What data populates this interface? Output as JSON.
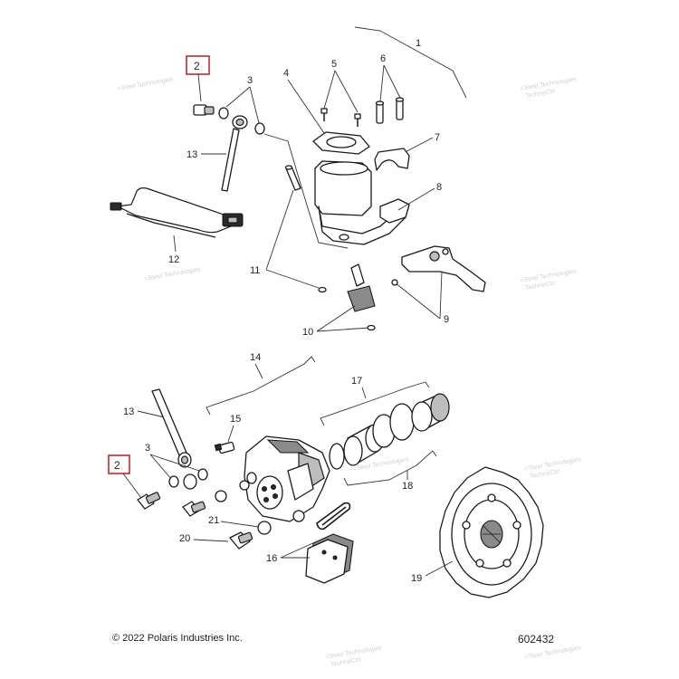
{
  "callouts": {
    "c1": "1",
    "c2a": "2",
    "c2b": "2",
    "c3a": "3",
    "c3b": "3",
    "c4": "4",
    "c5": "5",
    "c6": "6",
    "c7": "7",
    "c8": "8",
    "c9": "9",
    "c10": "10",
    "c11": "11",
    "c12": "12",
    "c13a": "13",
    "c13b": "13",
    "c14": "14",
    "c15": "15",
    "c16": "16",
    "c17": "17",
    "c18": "18",
    "c19": "19",
    "c20": "20",
    "c21": "21"
  },
  "watermark": {
    "line1": "<Steel Technologies",
    "line2": "TechnoCtrl"
  },
  "footer": {
    "copyright": "© 2022 Polaris Industries Inc.",
    "diagram_id": "602432"
  },
  "colors": {
    "highlight_box": "#c62828",
    "line": "#1a1a1a"
  }
}
